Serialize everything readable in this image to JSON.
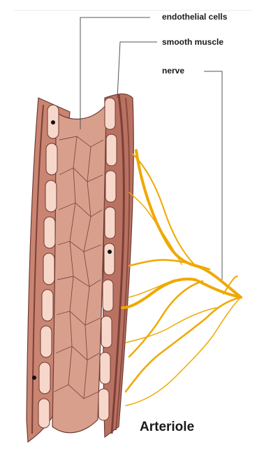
{
  "labels": {
    "endothelial": "endothelial cells",
    "smooth_muscle": "smooth muscle",
    "nerve": "nerve",
    "title": "Arteriole"
  },
  "colors": {
    "vessel_outer": "#c98472",
    "vessel_inner": "#d8a08c",
    "muscle_dark": "#8a4a40",
    "endothelial_cell": "#f7d7c9",
    "nerve": "#f0a800",
    "line": "#555555"
  },
  "icons": [
    "nucleus-dot"
  ]
}
